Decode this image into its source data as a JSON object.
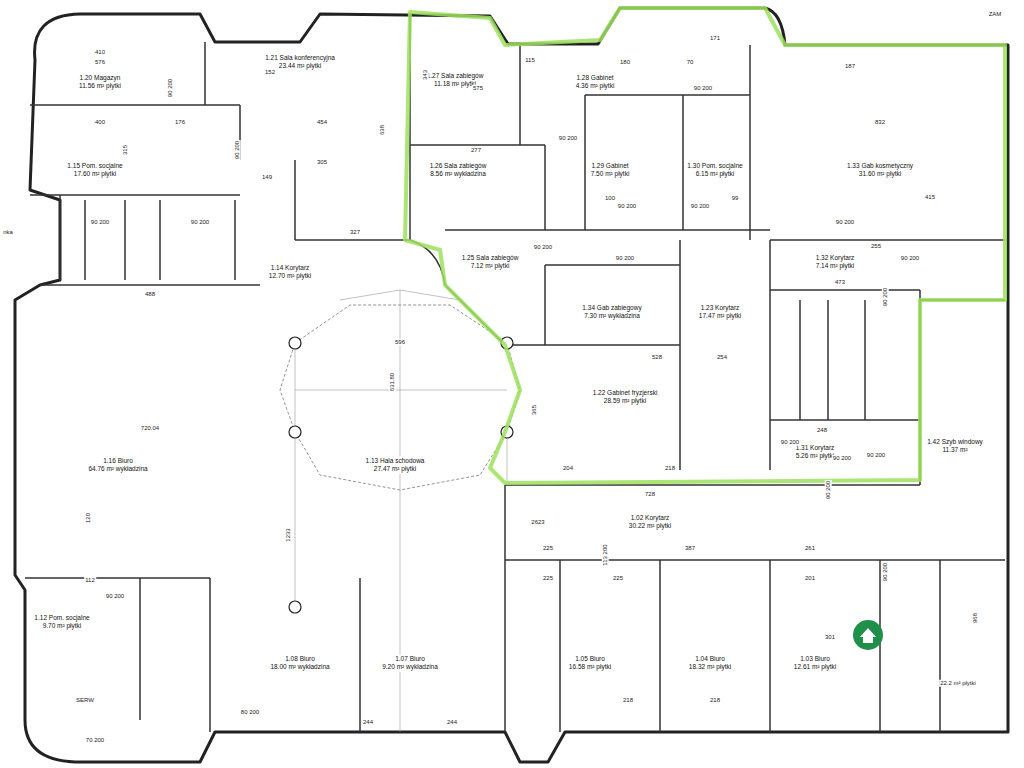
{
  "diagram": {
    "nodes": [
      {
        "text": [
          "1.20 Magazyn",
          "11.56 m² płytki"
        ]
      },
      {
        "text": [
          "1.21 Sala konferencyjna",
          "23.44 m² płytki"
        ]
      },
      {
        "text": [
          "1.27 Sala zabiegów",
          "11.18 m² płytki"
        ]
      },
      {
        "text": [
          "1.28 Gabinet",
          "4.36 m² płytki"
        ]
      },
      {
        "text": [
          "1.33 Gab kosmetyczny",
          "31.60 m² płytki"
        ]
      },
      {
        "text": [
          "1.15 Pom. socjalne",
          "17.60 m² płytki"
        ]
      },
      {
        "text": [
          "1.26 Sala zabiegów",
          "8.56 m² wykładzina"
        ]
      },
      {
        "text": [
          "1.29 Gabinet",
          "7.50 m² płytki"
        ]
      },
      {
        "text": [
          "1.30 Pom. socjalne",
          "6.15 m² płytki"
        ]
      },
      {
        "text": [
          "1.25 Sala zabiegów",
          "7.12 m² płytki"
        ]
      },
      {
        "text": [
          "1.14 Korytarz",
          "12.70 m² płytki"
        ]
      },
      {
        "text": [
          "1.32 Korytarz",
          "7.14 m² płytki"
        ]
      },
      {
        "text": [
          "1.34 Gab zabiegowy",
          "7.30 m² wykładzina"
        ]
      },
      {
        "text": [
          "1.23 Korytarz",
          "17.47 m² płytki"
        ]
      },
      {
        "text": [
          "1.16 Biuro",
          "64.76 m² wykładzina"
        ]
      },
      {
        "text": [
          "1.13 Hala schodowa",
          "27.47 m² płytki"
        ]
      },
      {
        "text": [
          "1.22 Gabinet fryzjerski",
          "28.59 m² płytki"
        ]
      },
      {
        "text": [
          "1.31 Korytarz",
          "5.26 m² płytki"
        ]
      },
      {
        "text": [
          "1.42 Szyb windowy",
          "11.37 m²"
        ]
      },
      {
        "text": [
          "1.02 Korytarz",
          "30.22 m² płytki"
        ]
      },
      {
        "text": [
          "1.12 Pom. socjalne",
          "9.70 m² płytki"
        ]
      },
      {
        "text": [
          "1.08 Biuro",
          "18.00 m² wykładzina"
        ]
      },
      {
        "text": [
          "1.07 Biuro",
          "9.20 m² wykładzina"
        ]
      },
      {
        "text": [
          "1.05 Biuro",
          "16.58 m² płytki"
        ]
      },
      {
        "text": [
          "1.04 Biuro",
          "18.32 m² płytki"
        ]
      },
      {
        "text": [
          "1.03 Biuro",
          "12.61 m² płytki"
        ]
      }
    ],
    "labels": [
      "410",
      "576",
      "400",
      "176",
      "315",
      "152",
      "454",
      "305",
      "638",
      "327",
      "149",
      "277",
      "575",
      "343",
      "115",
      "171",
      "180",
      "70",
      "187",
      "832",
      "415",
      "100",
      "99",
      "255",
      "473",
      "528",
      "254",
      "365",
      "204",
      "218",
      "248",
      "488",
      "720.04",
      "596",
      "631.80",
      "1233",
      "728",
      "2623",
      "225",
      "387",
      "261",
      "225",
      "225",
      "201",
      "218",
      "218",
      "244",
      "244",
      "301",
      "968",
      "112",
      "120",
      "ZAM",
      "SERW",
      "nka",
      "90 200",
      "90 200",
      "90 200",
      "90 200",
      "90 200",
      "90 200",
      "90 200",
      "90 200",
      "90 200",
      "90 200",
      "90 200",
      "90 200",
      "90 200",
      "90 200",
      "90 200",
      "90 200",
      "90 200",
      "113 200",
      "90 200",
      "90 200",
      "80 200",
      "70 200",
      "22.2 m² płytki"
    ]
  }
}
